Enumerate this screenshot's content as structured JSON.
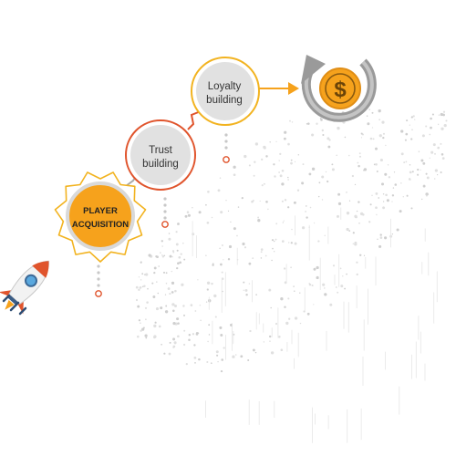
{
  "colors": {
    "yellow": "#f2b320",
    "red": "#e0542c",
    "orange": "#f6a21c",
    "grey": "#e1e1e1",
    "ring": "#aaaaaa",
    "dot": "#c8c8c8",
    "arrow_grey": "#9a9a9a"
  },
  "steps": [
    {
      "id": "player-acquisition",
      "lines": [
        "PLAYER",
        "ACQUISITION"
      ]
    },
    {
      "id": "trust-building",
      "lines": [
        "Trust",
        "building"
      ]
    },
    {
      "id": "loyalty-building",
      "lines": [
        "Loyalty",
        "building"
      ]
    }
  ],
  "icons": {
    "start": "rocket-icon",
    "end": "dollar-coin-cycle-icon",
    "currency_symbol": "$"
  }
}
